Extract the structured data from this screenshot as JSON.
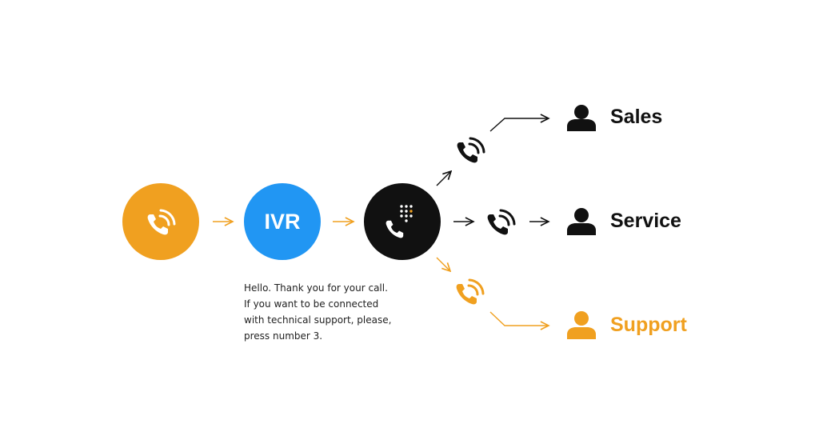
{
  "ivr": {
    "label": "IVR"
  },
  "message": {
    "lines": [
      "Hello. Thank you for your call.",
      "If you want to be connected",
      "with technical support, please,",
      "press number 3."
    ]
  },
  "departments": [
    {
      "name": "Sales",
      "color": "#111111"
    },
    {
      "name": "Service",
      "color": "#111111"
    },
    {
      "name": "Support",
      "color": "#f0a020"
    }
  ],
  "colors": {
    "incoming_call": "#f0a020",
    "ivr": "#2196f3",
    "dialer": "#111111",
    "accent": "#f0a020",
    "keypad_dot_accent": "#f0a020"
  },
  "icons": {
    "incoming_call": "ringing-phone-icon",
    "dialer": "dialpad-phone-icon",
    "routed_call": "ringing-phone-icon",
    "department": "person-icon"
  }
}
